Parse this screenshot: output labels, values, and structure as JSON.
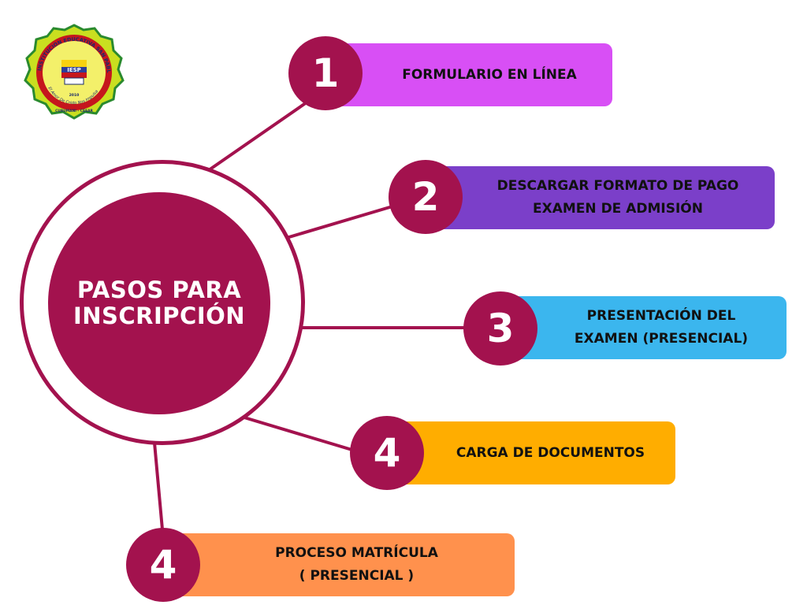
{
  "logo": {
    "ring_text": "INSTITUCION EDUCATIVA SAN PABLO",
    "motto": "El Amor De Cristo Nos Impulsa",
    "badge": "IESP",
    "year": "2010",
    "location": "CURUMANI - CESAR",
    "colors": {
      "outer": "#c9df20",
      "ring": "#c5161d",
      "inner": "#ffffff",
      "border": "#2a8a2e"
    }
  },
  "hub": {
    "title": "PASOS PARA\nINSCRIPCIÓN",
    "color": "#a3124e"
  },
  "steps": [
    {
      "number": "1",
      "label": "FORMULARIO EN LÍNEA",
      "color": "#d84ff5",
      "text_color": "#111111"
    },
    {
      "number": "2",
      "label": "DESCARGAR FORMATO DE PAGO\nEXAMEN DE ADMISIÓN",
      "color": "#7b3fc9",
      "text_color": "#111111"
    },
    {
      "number": "3",
      "label": "PRESENTACIÓN DEL\nEXAMEN (PRESENCIAL)",
      "color": "#3bb6ee",
      "text_color": "#111111"
    },
    {
      "number": "4",
      "label": "CARGA DE DOCUMENTOS",
      "color": "#ffad00",
      "text_color": "#111111"
    },
    {
      "number": "4",
      "label": "PROCESO MATRÍCULA\n( PRESENCIAL )",
      "color": "#ff914d",
      "text_color": "#111111"
    }
  ]
}
